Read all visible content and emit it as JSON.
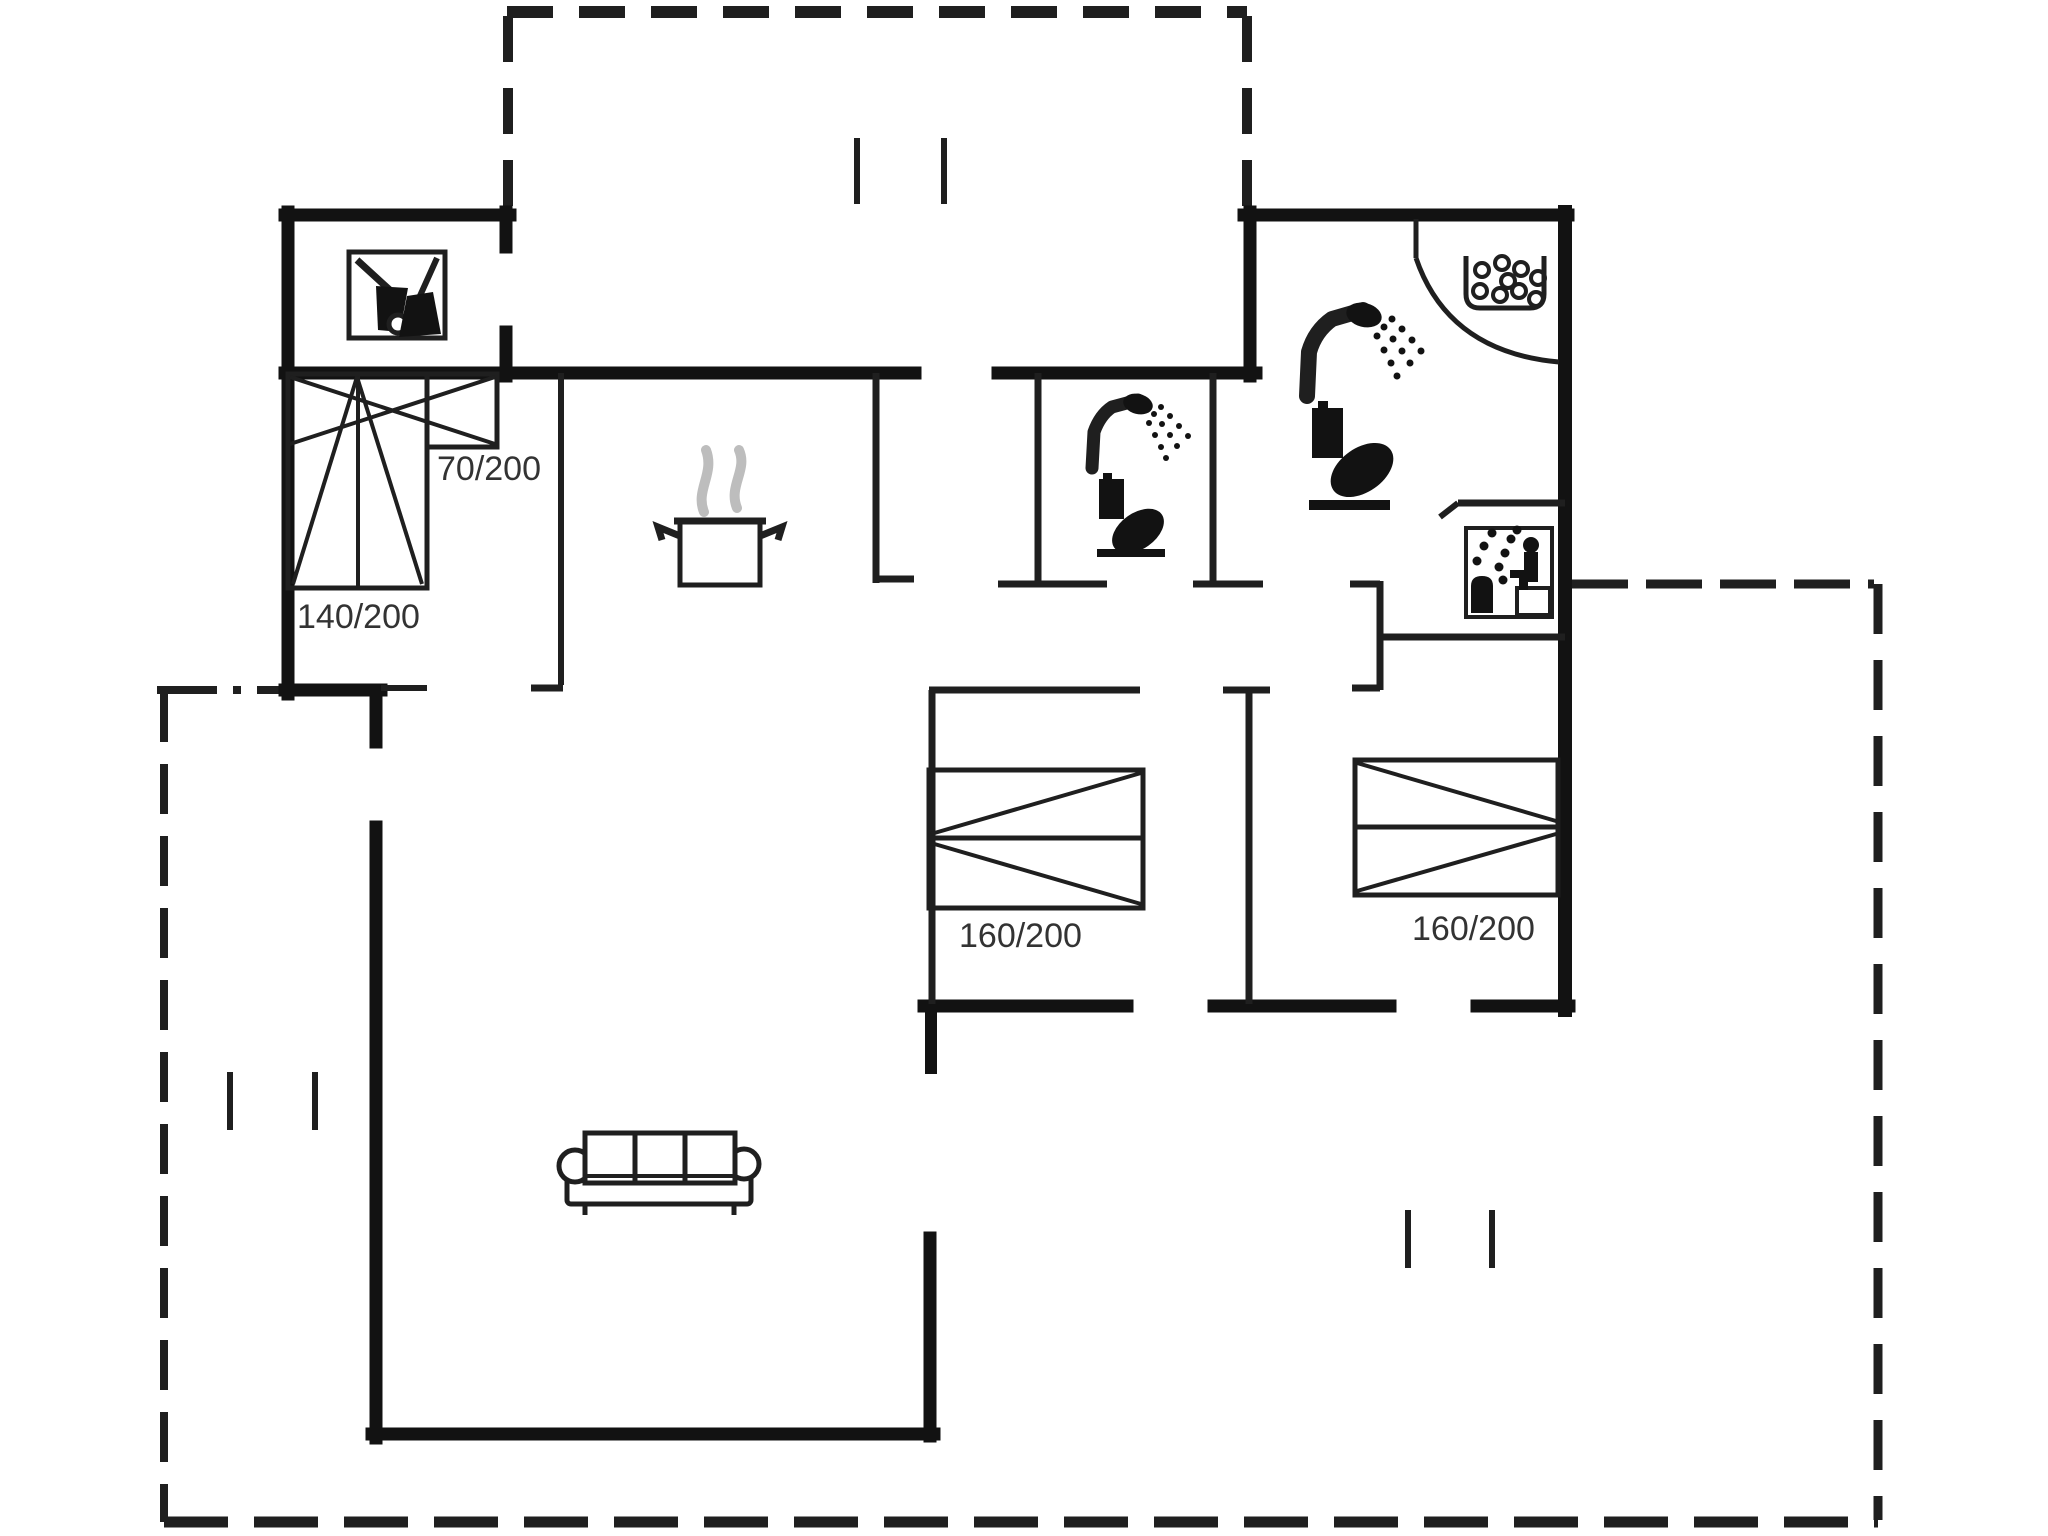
{
  "plan": {
    "type": "holiday-house-floor-plan",
    "labels": {
      "bed_140": "140/200",
      "bunk_70": "70/200",
      "bed1_160": "160/200",
      "bed2_160": "160/200"
    },
    "colors": {
      "background": "#ffffff",
      "wall": "#121212",
      "thin_line": "#1f1f1f",
      "steam_gray": "#bdbdbd",
      "label_text": "#333333"
    },
    "icons": [
      "cleaning-equipment-icon",
      "cooking-pot-icon",
      "shower-icon",
      "toilet-icon",
      "whirlpool-tub-icon",
      "sauna-icon",
      "sofa-icon",
      "door-swing-icon",
      "window-tick-icon"
    ]
  }
}
